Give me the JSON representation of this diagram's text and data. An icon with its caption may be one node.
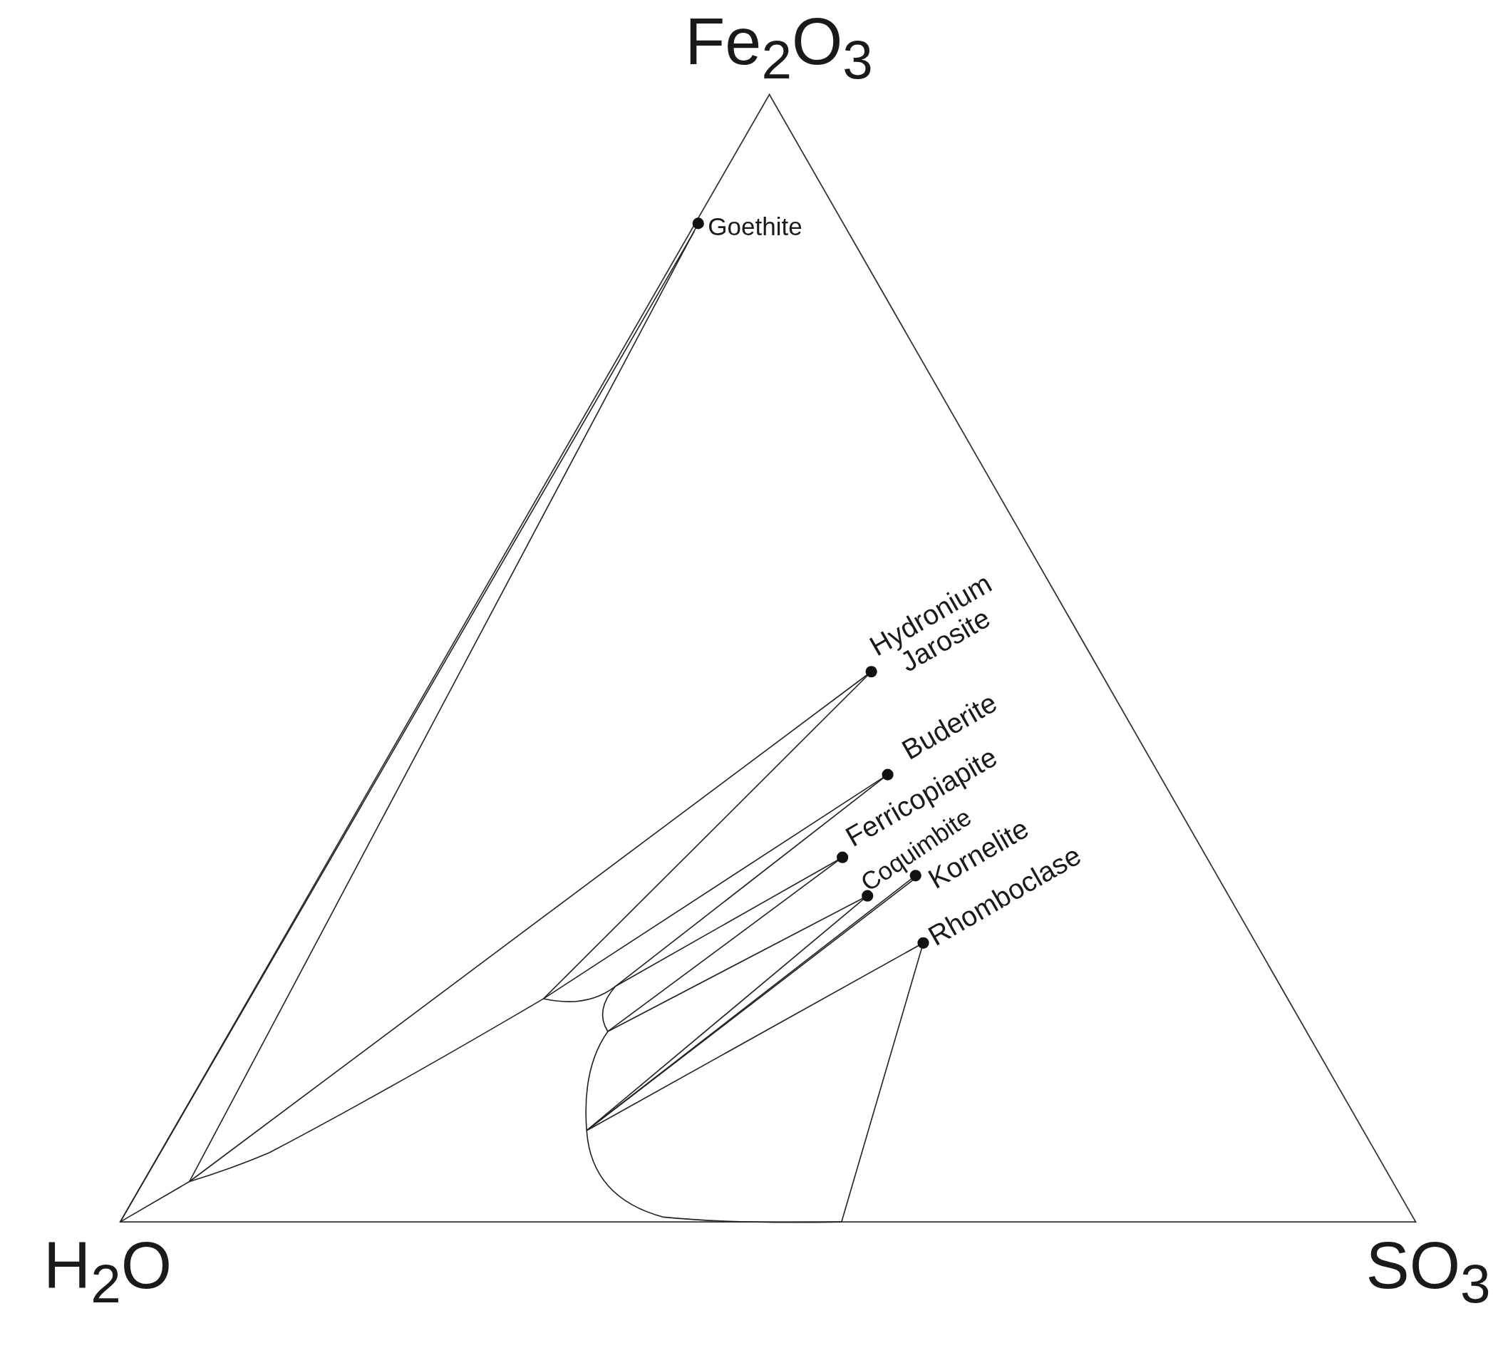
{
  "diagram": {
    "labels": [
      "Fe$_{2}$O$_{3}$",
      "Goethite",
      "Hydronium Jarosite",
      "Buderite",
      "Ferricopiapite",
      "Coquimbite",
      "Kornelite",
      "Rhomboclase",
      "H$_{2}$O",
      "SO$_{3}$"
    ]
  }
}
